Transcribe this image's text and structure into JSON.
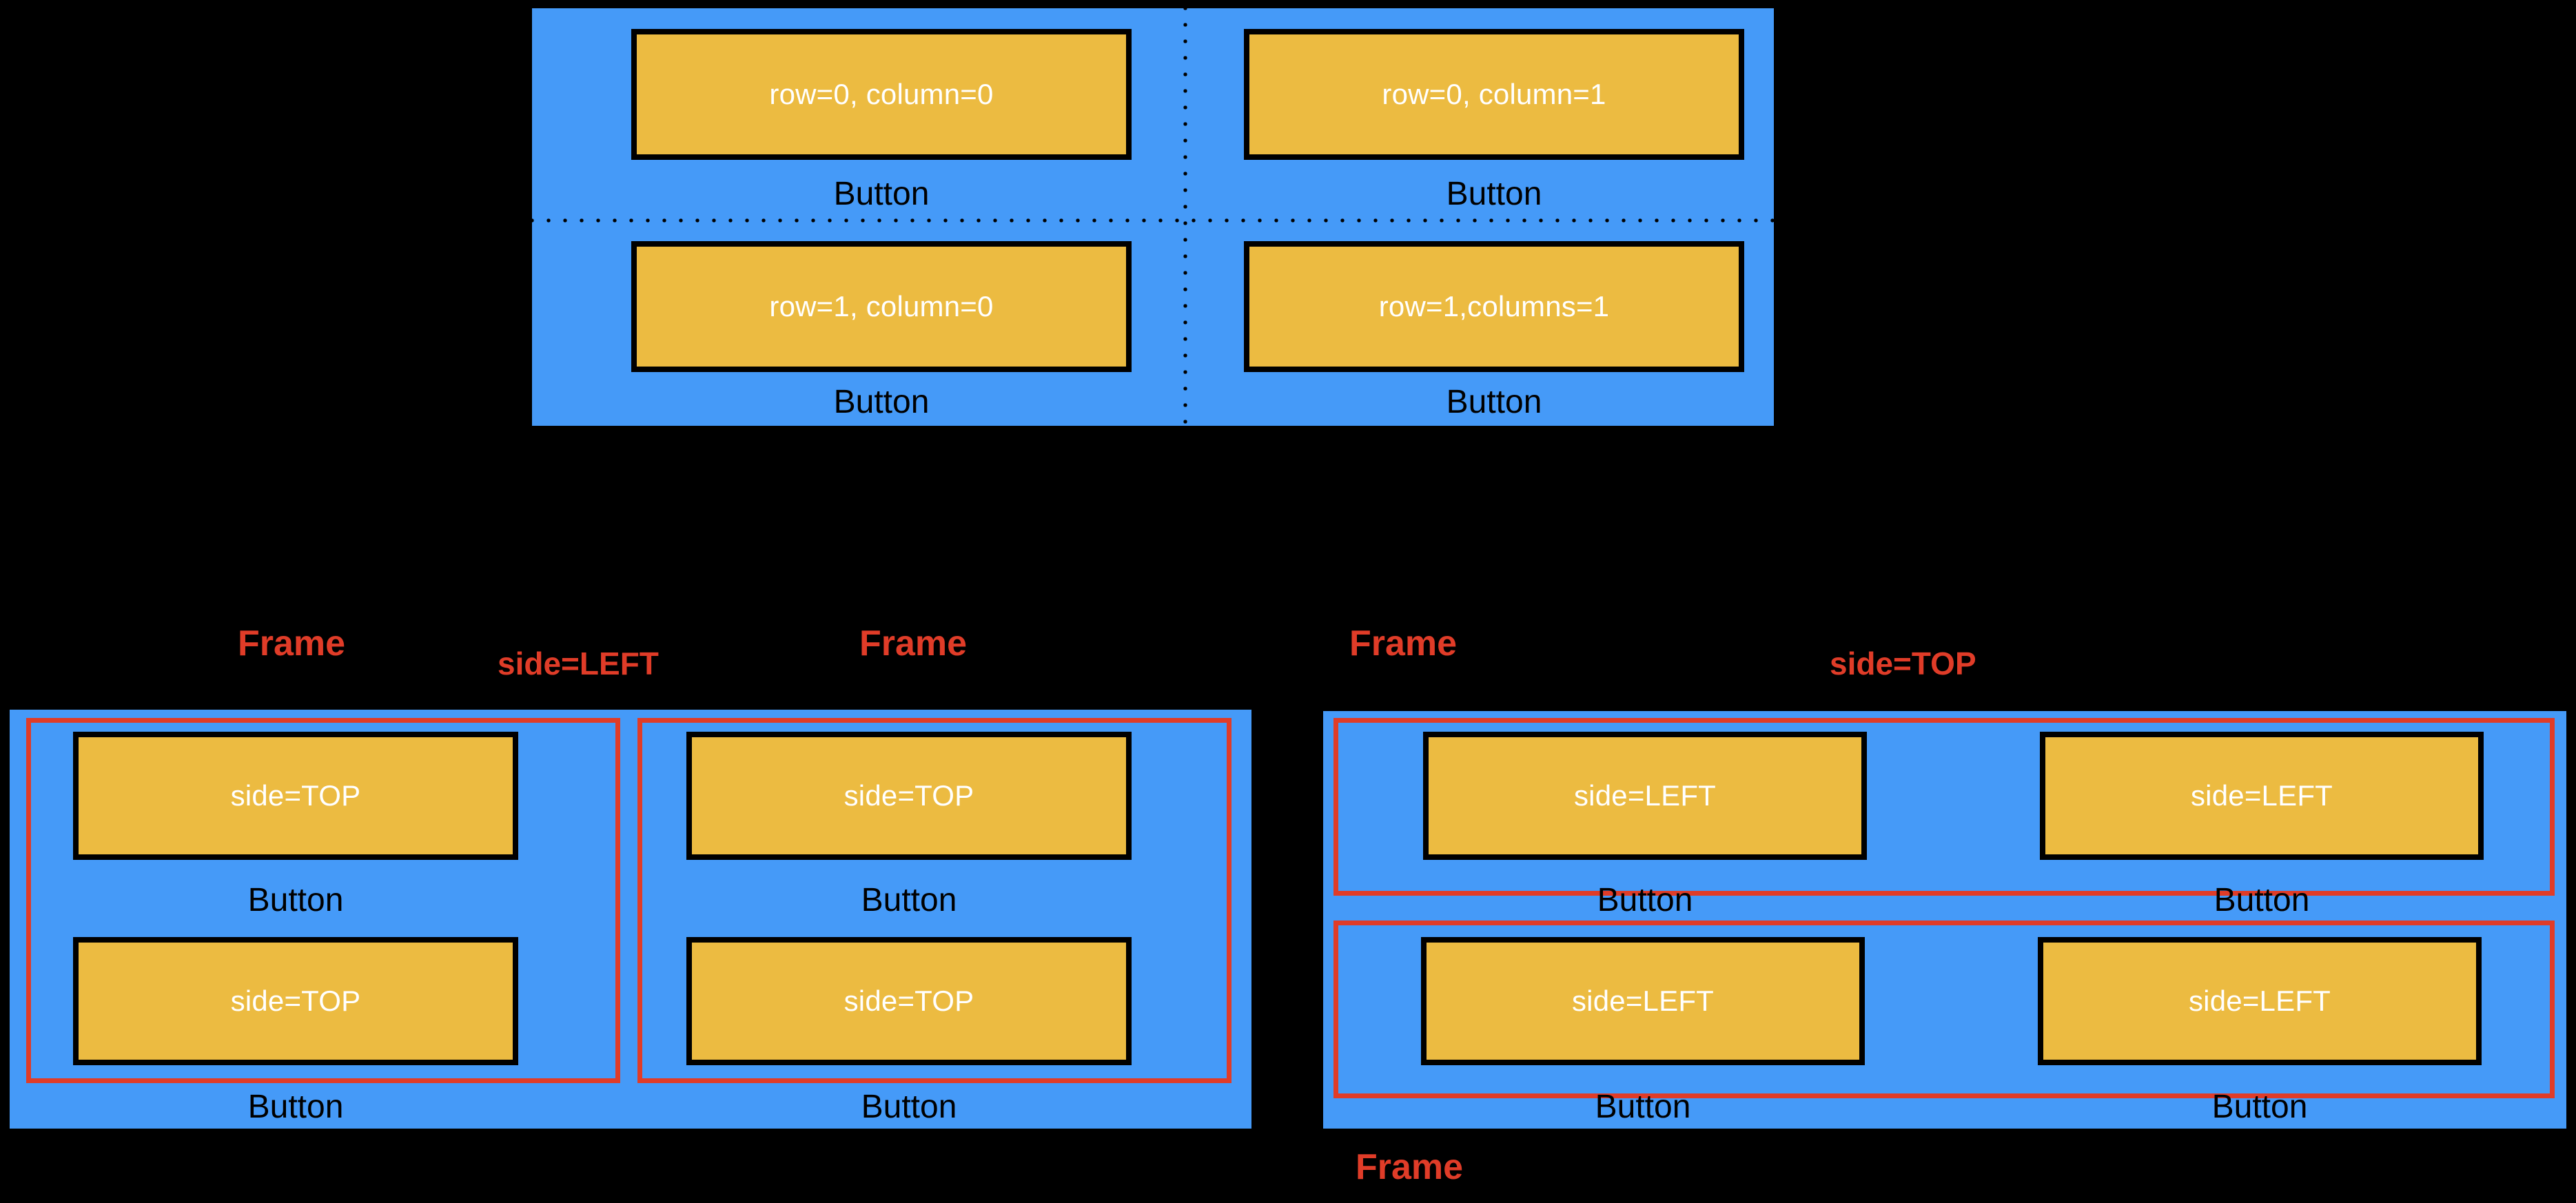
{
  "figure": {
    "title": "Tkinter geometry manager illustration",
    "colors": {
      "background": "#000000",
      "panel_blue": "#459af8",
      "button_yellow": "#ecbb41",
      "button_border": "#000000",
      "button_text": "#ffffff",
      "caption_text": "#000000",
      "annotation_red": "#e03c28"
    }
  },
  "grid_figure": {
    "name": "grid-layout-demo",
    "separator_style": "dotted",
    "buttons": [
      {
        "text": "row=0, column=0",
        "caption": "Button",
        "row": 0,
        "column": 0
      },
      {
        "text": "row=0, column=1",
        "caption": "Button",
        "row": 0,
        "column": 1
      },
      {
        "text": "row=1, column=0",
        "caption": "Button",
        "row": 1,
        "column": 0
      },
      {
        "text": "row=1,columns=1",
        "caption": "Button",
        "row": 1,
        "column": 1
      }
    ]
  },
  "pack_left_figure": {
    "name": "pack-side-left-demo",
    "annotations": {
      "frame_left": "Frame",
      "side": "side=LEFT",
      "frame_right": "Frame"
    },
    "frames": [
      {
        "buttons": [
          {
            "text": "side=TOP",
            "caption": "Button"
          },
          {
            "text": "side=TOP",
            "caption": "Button"
          }
        ]
      },
      {
        "buttons": [
          {
            "text": "side=TOP",
            "caption": "Button"
          },
          {
            "text": "side=TOP",
            "caption": "Button"
          }
        ]
      }
    ]
  },
  "pack_top_figure": {
    "name": "pack-side-top-demo",
    "annotations": {
      "frame_top": "Frame",
      "side": "side=TOP",
      "frame_bottom": "Frame"
    },
    "frames": [
      {
        "buttons": [
          {
            "text": "side=LEFT",
            "caption": "Button"
          },
          {
            "text": "side=LEFT",
            "caption": "Button"
          }
        ]
      },
      {
        "buttons": [
          {
            "text": "side=LEFT",
            "caption": "Button"
          },
          {
            "text": "side=LEFT",
            "caption": "Button"
          }
        ]
      }
    ]
  }
}
